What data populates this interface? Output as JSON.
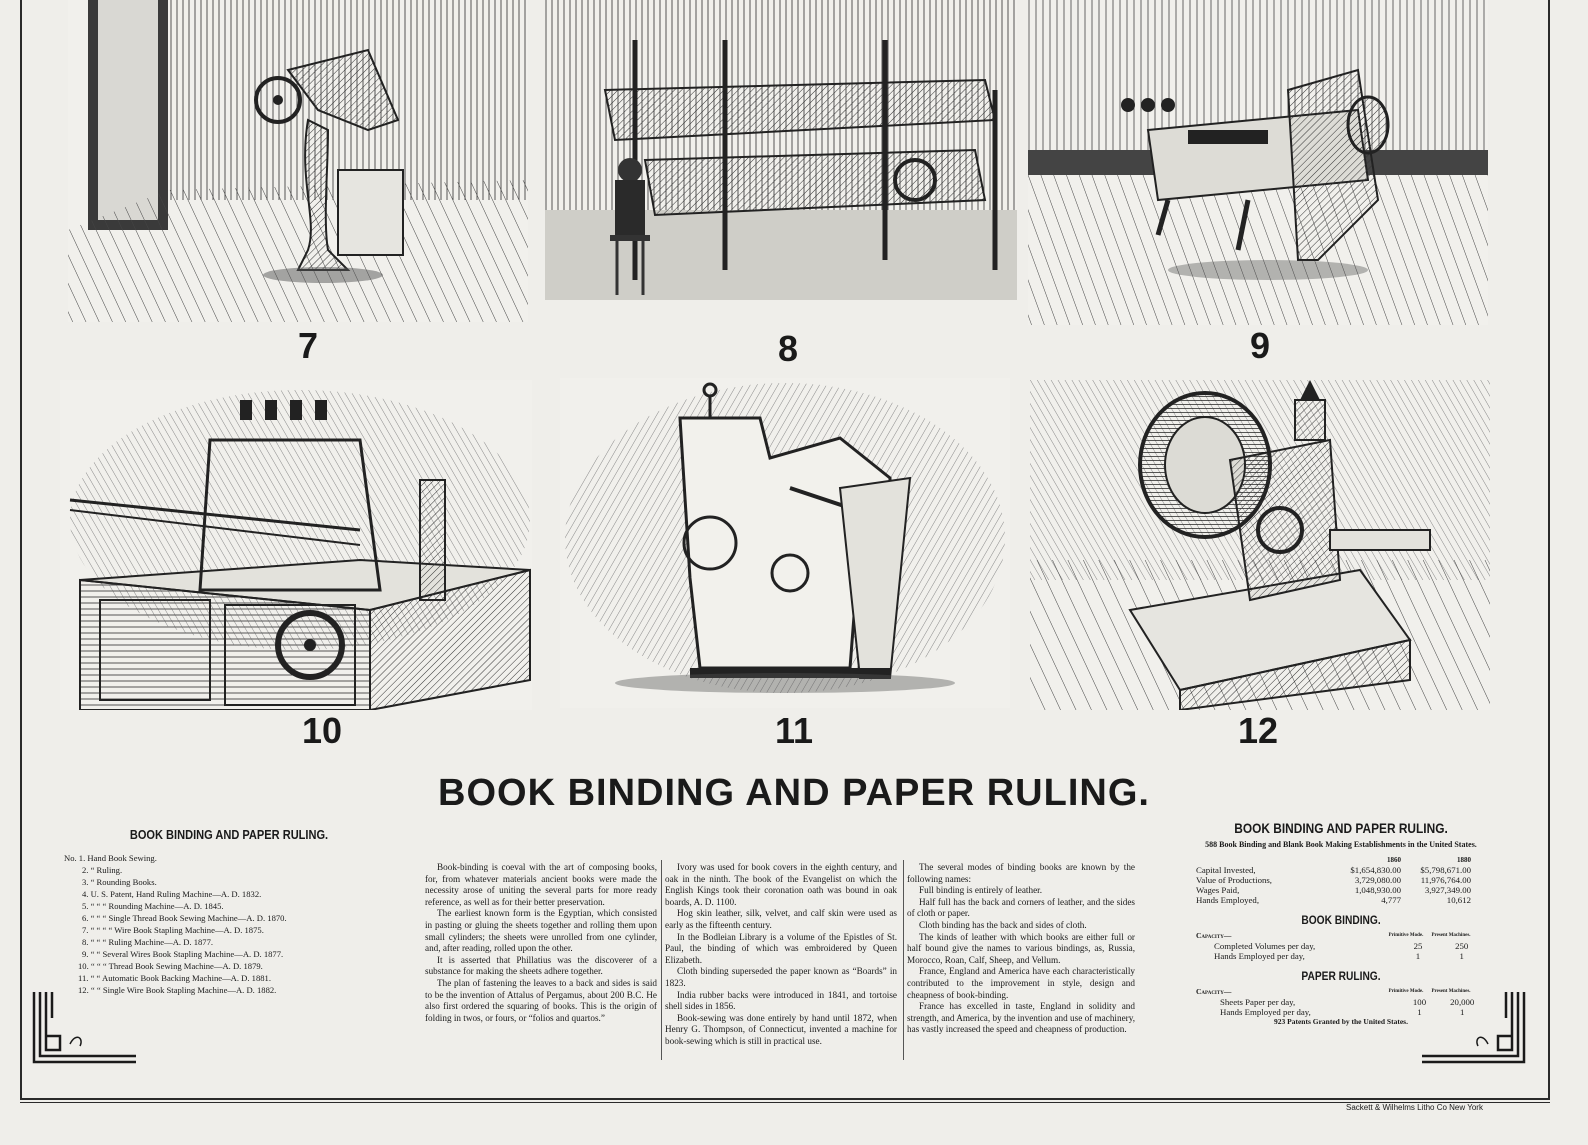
{
  "figure_numbers": [
    "7",
    "8",
    "9",
    "10",
    "11",
    "12"
  ],
  "main_title": "BOOK BINDING AND PAPER RULING.",
  "list": {
    "title": "BOOK BINDING AND PAPER RULING.",
    "items": [
      "No. 1. Hand Book Sewing.",
      "2.  “  Ruling.",
      "3.  “  Rounding Books.",
      "4. U. S. Patent, Hand Ruling Machine—A. D. 1832.",
      "5.  “  “  “  Rounding Machine—A. D. 1845.",
      "6.  “  “  “  Single Thread Book Sewing Machine—A. D. 1870.",
      "7.  “  “  “  “  Wire Book Stapling Machine—A. D. 1875.",
      "8.  “  “  “  Ruling Machine—A. D. 1877.",
      "9.  “  “  Several Wires Book Stapling Machine—A. D. 1877.",
      "10.  “  “  “  Thread Book Sewing Machine—A. D. 1879.",
      "11.  “  “  Automatic Book Backing Machine—A. D. 1881.",
      "12.  “  “  Single Wire Book Stapling Machine—A. D. 1882."
    ]
  },
  "columns": [
    [
      "Book-binding is coeval with the art of composing books, for, from whatever materials ancient books were made the necessity arose of uniting the several parts for more ready reference, as well as for their better preservation.",
      "The earliest known form is the Egyptian, which consisted in pasting or gluing the sheets together and rolling them upon small cylinders; the sheets were unrolled from one cylinder, and, after reading, rolled upon the other.",
      "It is asserted that Phillatius was the discoverer of a substance for making the sheets adhere together.",
      "The plan of fastening the leaves to a back and sides is said to be the invention of Attalus of Pergamus, about 200 B.C. He also first ordered the squaring of books. This is the origin of folding in twos, or fours, or “folios and quartos.”"
    ],
    [
      "Ivory was used for book covers in the eighth century, and oak in the ninth. The book of the Evangelist on which the English Kings took their coronation oath was bound in oak boards, A. D. 1100.",
      "Hog skin leather, silk, velvet, and calf skin were used as early as the fifteenth century.",
      "In the Bodleian Library is a volume of the Epistles of St. Paul, the binding of which was embroidered by Queen Elizabeth.",
      "Cloth binding superseded the paper known as “Boards” in 1823.",
      "India rubber backs were introduced in 1841, and tortoise shell sides in 1856.",
      "Book-sewing was done entirely by hand until 1872, when Henry G. Thompson, of Connecticut, invented a machine for book-sewing which is still in practical use."
    ],
    [
      "The several modes of binding books are known by the following names:",
      "Full binding is entirely of leather.",
      "Half full has the back and corners of leather, and the sides of cloth or paper.",
      "Cloth binding has the back and sides of cloth.",
      "The kinds of leather with which books are either full or half bound give the names to various bindings, as, Russia, Morocco, Roan, Calf, Sheep, and Vellum.",
      "France, England and America have each characteristically contributed to the improvement in style, design and cheapness of book-binding.",
      "France has excelled in taste, England in solidity and strength, and America, by the invention and use of machinery, has vastly increased the speed and cheapness of production."
    ]
  ],
  "stats": {
    "title": "BOOK BINDING AND PAPER RULING.",
    "subtitle": "588 Book Binding and Blank Book Making Establishments in the United States.",
    "year1": "1860",
    "year2": "1880",
    "rows": [
      {
        "label": "Capital Invested,",
        "v1": "$1,654,830.00",
        "v2": "$5,798,671.00"
      },
      {
        "label": "Value of Productions,",
        "v1": "3,729,080.00",
        "v2": "11,976,764.00"
      },
      {
        "label": "Wages Paid,",
        "v1": "1,048,930.00",
        "v2": "3,927,349.00"
      },
      {
        "label": "Hands Employed,",
        "v1": "4,777",
        "v2": "10,612"
      }
    ],
    "book_binding": {
      "title": "BOOK BINDING.",
      "capacity": "Capacity—",
      "col1": "Primitive Mode.",
      "col2": "Present Machines.",
      "rows": [
        {
          "label": "Completed Volumes per day,",
          "v1": "25",
          "v2": "250"
        },
        {
          "label": "Hands Employed per day,",
          "v1": "1",
          "v2": "1"
        }
      ]
    },
    "paper_ruling": {
      "title": "PAPER RULING.",
      "capacity": "Capacity—",
      "col1": "Primitive Mode.",
      "col2": "Present Machines.",
      "rows": [
        {
          "label": "Sheets Paper per day,",
          "v1": "100",
          "v2": "20,000"
        },
        {
          "label": "Hands Employed per day,",
          "v1": "1",
          "v2": "1"
        }
      ]
    },
    "patents": "923 Patents Granted by the United States."
  },
  "printer": "Sackett & Wilhelms Litho Co New York"
}
